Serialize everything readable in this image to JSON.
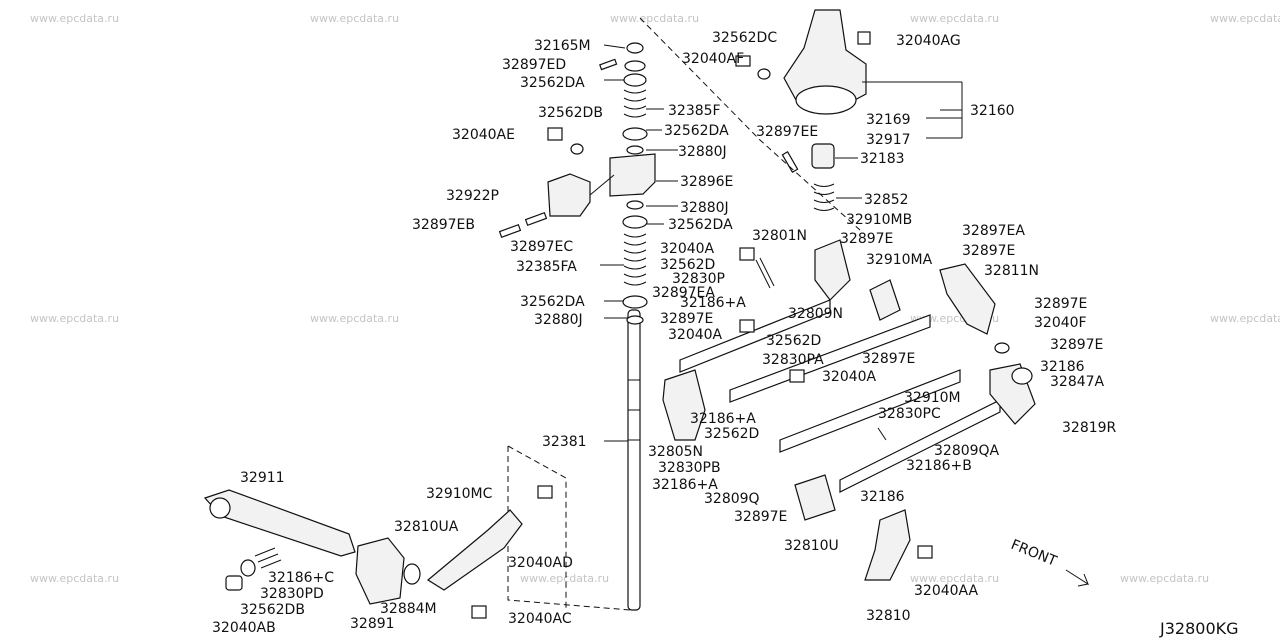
{
  "watermark": "www.epcdata.ru",
  "diagram_code": "J32800KG",
  "front_label": "FRONT",
  "labels": [
    {
      "id": "l01",
      "text": "32165M"
    },
    {
      "id": "l02",
      "text": "32897ED"
    },
    {
      "id": "l03",
      "text": "32562DA"
    },
    {
      "id": "l04",
      "text": "32562DB"
    },
    {
      "id": "l05",
      "text": "32040AE"
    },
    {
      "id": "l06",
      "text": "32922P"
    },
    {
      "id": "l07",
      "text": "32897EB"
    },
    {
      "id": "l08",
      "text": "32897EC"
    },
    {
      "id": "l09",
      "text": "32385FA"
    },
    {
      "id": "l10",
      "text": "32562DA"
    },
    {
      "id": "l11",
      "text": "32880J"
    },
    {
      "id": "l12",
      "text": "32385F"
    },
    {
      "id": "l13",
      "text": "32562DA"
    },
    {
      "id": "l14",
      "text": "32880J"
    },
    {
      "id": "l15",
      "text": "32896E"
    },
    {
      "id": "l16",
      "text": "32880J"
    },
    {
      "id": "l17",
      "text": "32562DA"
    },
    {
      "id": "l18",
      "text": "32562DC"
    },
    {
      "id": "l19",
      "text": "32040AF"
    },
    {
      "id": "l20",
      "text": "32040AG"
    },
    {
      "id": "l21",
      "text": "32160"
    },
    {
      "id": "l22",
      "text": "32169"
    },
    {
      "id": "l23",
      "text": "32917"
    },
    {
      "id": "l24",
      "text": "32897EE"
    },
    {
      "id": "l25",
      "text": "32183"
    },
    {
      "id": "l26",
      "text": "32852"
    },
    {
      "id": "l27",
      "text": "32910MB"
    },
    {
      "id": "l28",
      "text": "32801N"
    },
    {
      "id": "l29",
      "text": "32897E"
    },
    {
      "id": "l30",
      "text": "32897EA"
    },
    {
      "id": "l31",
      "text": "32897E"
    },
    {
      "id": "l32",
      "text": "32910MA"
    },
    {
      "id": "l33",
      "text": "32811N"
    },
    {
      "id": "l34",
      "text": "32040A"
    },
    {
      "id": "l35",
      "text": "32562D"
    },
    {
      "id": "l36",
      "text": "32830P"
    },
    {
      "id": "l37",
      "text": "32897EA"
    },
    {
      "id": "l38",
      "text": "32186+A"
    },
    {
      "id": "l39",
      "text": "32897E"
    },
    {
      "id": "l40",
      "text": "32809N"
    },
    {
      "id": "l41",
      "text": "32040A"
    },
    {
      "id": "l42",
      "text": "32562D"
    },
    {
      "id": "l43",
      "text": "32830PA"
    },
    {
      "id": "l44",
      "text": "32040A"
    },
    {
      "id": "l45",
      "text": "32897E"
    },
    {
      "id": "l46",
      "text": "32897E"
    },
    {
      "id": "l47",
      "text": "32040F"
    },
    {
      "id": "l48",
      "text": "32897E"
    },
    {
      "id": "l49",
      "text": "32186"
    },
    {
      "id": "l50",
      "text": "32847A"
    },
    {
      "id": "l51",
      "text": "32910M"
    },
    {
      "id": "l52",
      "text": "32186+A"
    },
    {
      "id": "l53",
      "text": "32562D"
    },
    {
      "id": "l54",
      "text": "32830PC"
    },
    {
      "id": "l55",
      "text": "32819R"
    },
    {
      "id": "l56",
      "text": "32381"
    },
    {
      "id": "l57",
      "text": "32805N"
    },
    {
      "id": "l58",
      "text": "32830PB"
    },
    {
      "id": "l59",
      "text": "32809QA"
    },
    {
      "id": "l60",
      "text": "32186+B"
    },
    {
      "id": "l61",
      "text": "32186+A"
    },
    {
      "id": "l62",
      "text": "32809Q"
    },
    {
      "id": "l63",
      "text": "32186"
    },
    {
      "id": "l64",
      "text": "32897E"
    },
    {
      "id": "l65",
      "text": "32810U"
    },
    {
      "id": "l66",
      "text": "32910MC"
    },
    {
      "id": "l67",
      "text": "32810UA"
    },
    {
      "id": "l68",
      "text": "32911"
    },
    {
      "id": "l69",
      "text": "32186+C"
    },
    {
      "id": "l70",
      "text": "32830PD"
    },
    {
      "id": "l71",
      "text": "32562DB"
    },
    {
      "id": "l72",
      "text": "32040AB"
    },
    {
      "id": "l73",
      "text": "32891"
    },
    {
      "id": "l74",
      "text": "32884M"
    },
    {
      "id": "l75",
      "text": "32040AC"
    },
    {
      "id": "l76",
      "text": "32040AD"
    },
    {
      "id": "l77",
      "text": "32040AA"
    },
    {
      "id": "l78",
      "text": "32810"
    }
  ]
}
